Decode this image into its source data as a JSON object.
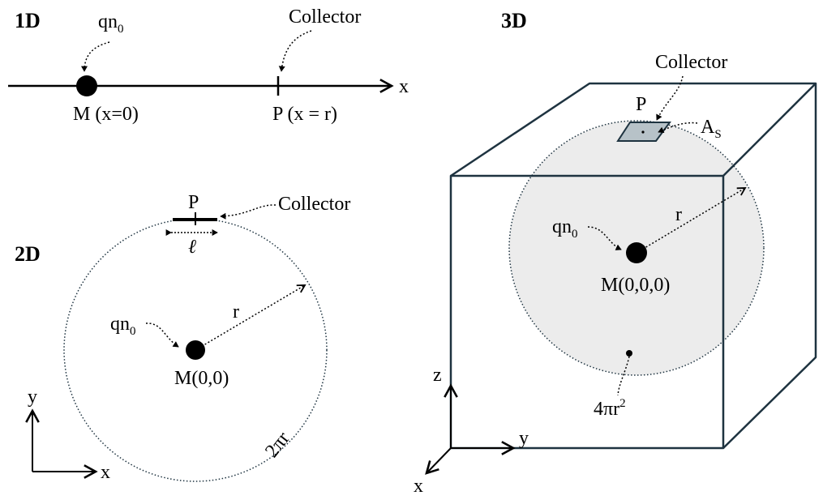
{
  "panels": {
    "one_d": {
      "title": "1D",
      "source_q": "qn",
      "source_sub": "0",
      "collector": "Collector",
      "axis": "x",
      "m_label": "M (x=0)",
      "p_label": "P (x = r)"
    },
    "two_d": {
      "title": "2D",
      "point_p": "P",
      "collector": "Collector",
      "ell": "ℓ",
      "radius": "r",
      "source_q": "qn",
      "source_sub": "0",
      "m_label": "M(0,0)",
      "circumference": "2πr",
      "axis_y": "y",
      "axis_x": "x"
    },
    "three_d": {
      "title": "3D",
      "collector": "Collector",
      "point_p": "P",
      "area": "A",
      "area_sub": "S",
      "radius": "r",
      "source_q": "qn",
      "source_sub": "0",
      "m_label": "M(0,0,0)",
      "surface_base": "4πr",
      "surface_sup": "2",
      "axis_z": "z",
      "axis_y": "y",
      "axis_x": "x"
    }
  },
  "colors": {
    "line": "#000000",
    "cube": "#1e3340",
    "sphere_fill": "#ececec",
    "collector_fill": "#b7c2c8"
  }
}
